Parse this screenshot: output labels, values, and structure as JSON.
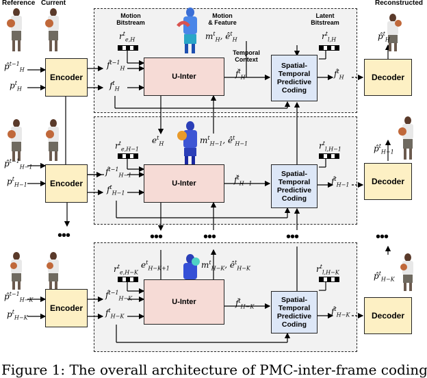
{
  "headers": {
    "reference": "Reference",
    "current": "Current",
    "reconstructed": "Reconstructed",
    "motion_bitstream": "Motion\nBitstream",
    "motion_feature": "Motion\n& Feature",
    "temporal_context": "Temporal\nContext",
    "latent_bitstream": "Latent\nBitstream"
  },
  "blocks": {
    "encoder": "Encoder",
    "uinter": "U-Inter",
    "stpc": "Spatial-\nTemporal\nPredictive\nCoding",
    "decoder": "Decoder"
  },
  "row1": {
    "in_prev": "p̂",
    "in_prev_sup": "t−1",
    "in_prev_sub": "H",
    "in_cur": "p",
    "in_cur_sup": "t",
    "in_cur_sub": "H",
    "f_prev": "f̂",
    "f_prev_sup": "t−1",
    "f_prev_sub": "H",
    "f_cur": "f",
    "f_cur_sup": "t",
    "f_cur_sub": "H",
    "ftilde": "f̌",
    "ftilde_sup": "t",
    "ftilde_sub": "H",
    "fhat": "f̂",
    "fhat_sup": "t",
    "fhat_sub": "H",
    "out": "p̂",
    "out_sup": "t",
    "out_sub": "H",
    "r_e": "r",
    "r_e_sup": "t",
    "r_e_sub": "e,H",
    "r_l": "r",
    "r_l_sup": "t",
    "r_l_sub": "l,H",
    "m": "m",
    "m_sup": "t",
    "m_sub": "H",
    "e": "ê",
    "e_sup": "t",
    "e_sub": "H"
  },
  "row2": {
    "in_prev": "p̂",
    "in_prev_sup": "t−1",
    "in_prev_sub": "H−1",
    "in_cur": "p",
    "in_cur_sup": "t",
    "in_cur_sub": "H−1",
    "f_prev": "f̂",
    "f_prev_sup": "t−1",
    "f_prev_sub": "H−1",
    "f_cur": "f",
    "f_cur_sup": "t",
    "f_cur_sub": "H−1",
    "ftilde": "f̌",
    "ftilde_sup": "t",
    "ftilde_sub": "H−1",
    "fhat": "f̂",
    "fhat_sup": "t",
    "fhat_sub": "H−1",
    "out": "p̂",
    "out_sup": "t",
    "out_sub": "H−1",
    "r_e": "r",
    "r_e_sup": "t",
    "r_e_sub": "e,H−1",
    "r_l": "r",
    "r_l_sup": "t",
    "r_l_sub": "l,H−1",
    "m": "m",
    "m_sup": "t",
    "m_sub": "H−1",
    "e": "ê",
    "e_sup": "t",
    "e_sub": "H−1",
    "e_in": "e",
    "e_in_sup": "t",
    "e_in_sub": "H"
  },
  "row3": {
    "in_prev": "p̂",
    "in_prev_sup": "t−1",
    "in_prev_sub": "H−K",
    "in_cur": "p",
    "in_cur_sup": "t",
    "in_cur_sub": "H−K",
    "f_prev": "f̂",
    "f_prev_sup": "t−1",
    "f_prev_sub": "H−K",
    "f_cur": "f",
    "f_cur_sup": "t",
    "f_cur_sub": "H−K",
    "ftilde": "f̌",
    "ftilde_sup": "t",
    "ftilde_sub": "H−K",
    "fhat": "f̂",
    "fhat_sup": "t",
    "fhat_sub": "H−K",
    "out": "p̂",
    "out_sup": "t",
    "out_sub": "H−K",
    "r_e": "r",
    "r_e_sup": "t",
    "r_e_sub": "e,H−K",
    "r_l": "r",
    "r_l_sup": "t",
    "r_l_sub": "l,H−K",
    "m": "m",
    "m_sup": "t",
    "m_sub": "H−K",
    "e": "ê",
    "e_sup": "t",
    "e_sub": "H−K",
    "e_in": "e",
    "e_in_sup": "t",
    "e_in_sub": "H−K+1"
  },
  "caption": "Figure 1: The overall architecture of PMC-inter-frame coding",
  "colors": {
    "encoder": "#fdf0c4",
    "uinter": "#f6dbd6",
    "stpc": "#dde7f7",
    "panel": "#f2f2f2"
  }
}
